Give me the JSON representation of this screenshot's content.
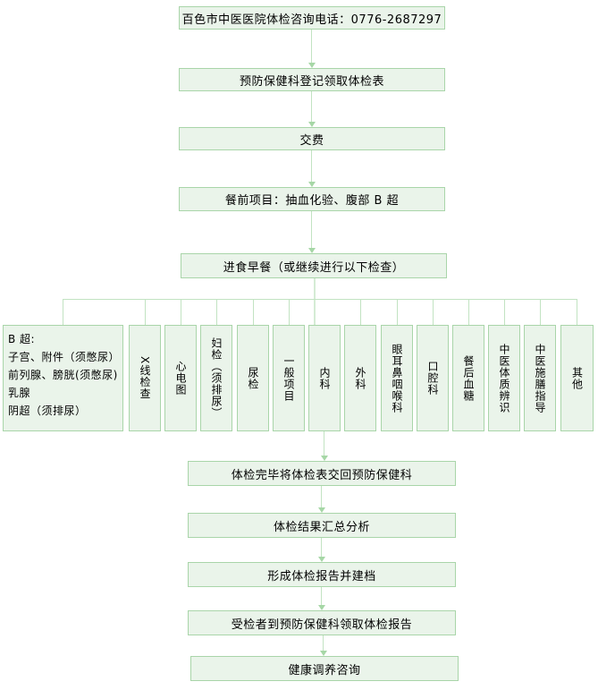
{
  "colors": {
    "box_fill": "#eaf4ea",
    "box_border": "#a9d5a9",
    "line": "#c2e3c2",
    "stem": "#d5ecd5",
    "arrow": "#a6d7a6",
    "text": "#000000"
  },
  "flow_top": [
    {
      "label": "百色市中医医院体检咨询电话：0776-2687297"
    },
    {
      "label": "预防保健科登记领取体检表"
    },
    {
      "label": "交费"
    },
    {
      "label": "餐前项目：抽血化验、腹部 B 超"
    },
    {
      "label": "进食早餐（或继续进行以下检查）"
    }
  ],
  "branch": {
    "ultrasound_box": {
      "lines": [
        "B 超:",
        "子宫、附件（须憋尿）",
        "前列腺、膀胱(须憋尿)",
        "乳腺",
        "阴超（须排尿）"
      ]
    },
    "columns": [
      {
        "label": "X线检查"
      },
      {
        "label": "心电图"
      },
      {
        "label": "妇检（须排尿）"
      },
      {
        "label": "尿检"
      },
      {
        "label": "一般项目"
      },
      {
        "label": "内科"
      },
      {
        "label": "外科"
      },
      {
        "label": "眼耳鼻咽喉科"
      },
      {
        "label": "口腔科"
      },
      {
        "label": "餐后血糖"
      },
      {
        "label": "中医体质辨识"
      },
      {
        "label": "中医施膳指导"
      },
      {
        "label": "其他"
      }
    ]
  },
  "flow_bottom": [
    {
      "label": "体检完毕将体检表交回预防保健科"
    },
    {
      "label": "体检结果汇总分析"
    },
    {
      "label": "形成体检报告并建档"
    },
    {
      "label": "受检者到预防保健科领取体检报告"
    },
    {
      "label": "健康调养咨询"
    }
  ]
}
